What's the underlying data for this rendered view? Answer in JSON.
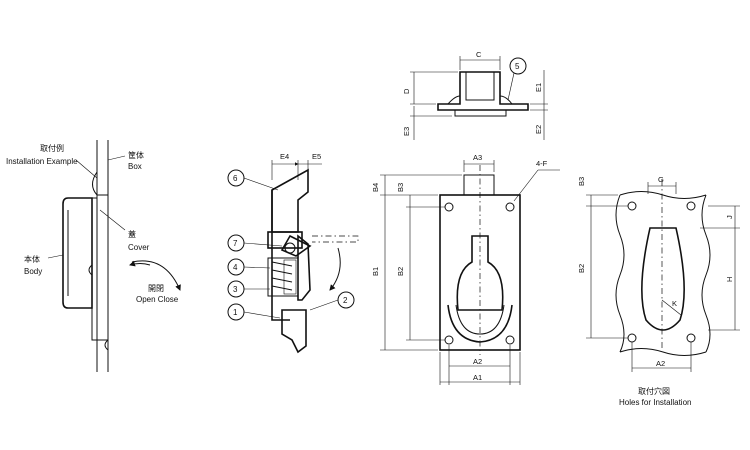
{
  "installation": {
    "title_jp": "取付例",
    "title_en": "Installation Example",
    "box_jp": "筐体",
    "box_en": "Box",
    "cover_jp": "蓋",
    "cover_en": "Cover",
    "body_jp": "本体",
    "body_en": "Body",
    "openclose_jp": "開閉",
    "openclose_en": "Open Close"
  },
  "section": {
    "dims": [
      "E4",
      "E5"
    ],
    "callouts": [
      "6",
      "7",
      "4",
      "3",
      "1",
      "2"
    ]
  },
  "top_view": {
    "dims": [
      "C",
      "D",
      "E1",
      "E2",
      "E3"
    ],
    "callout": "5"
  },
  "front_view": {
    "dims": [
      "A3",
      "B4",
      "B3",
      "B1",
      "B2",
      "A2",
      "A1"
    ],
    "hole_label": "4-F"
  },
  "holes": {
    "dims": [
      "G",
      "B3",
      "B2",
      "J",
      "H",
      "K",
      "A2"
    ],
    "title_jp": "取付穴図",
    "title_en": "Holes for Installation"
  }
}
